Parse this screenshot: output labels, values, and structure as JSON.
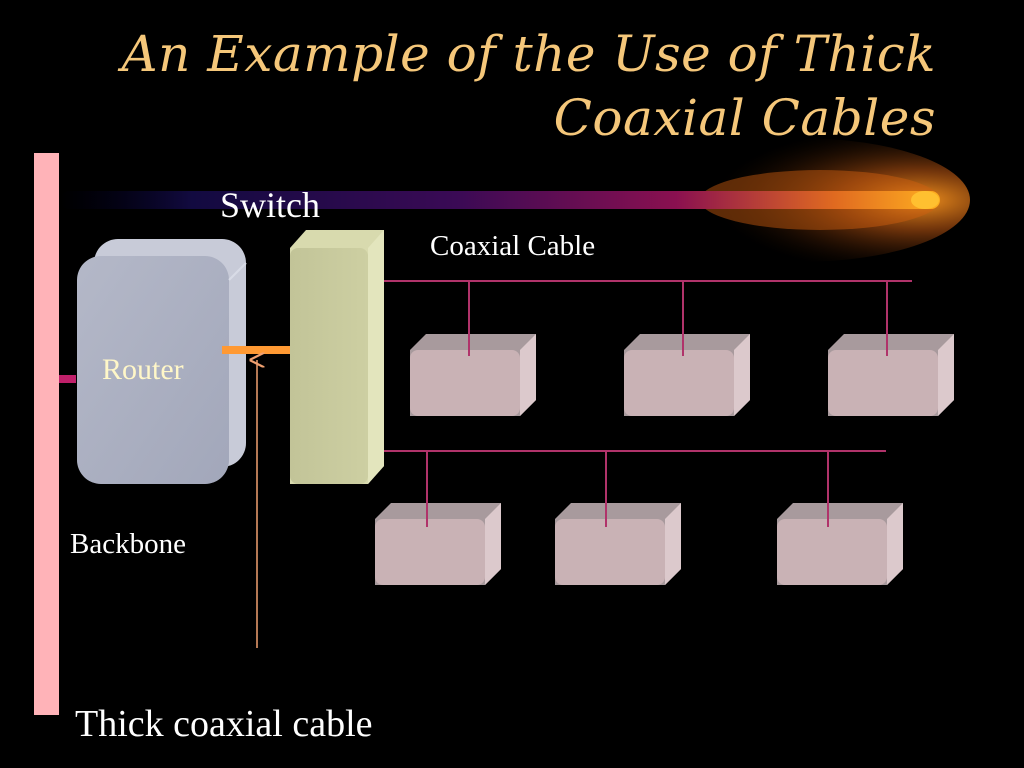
{
  "title": {
    "line1": "An Example of the Use of Thick",
    "line2": "Coaxial Cables"
  },
  "labels": {
    "switch": "Switch",
    "coaxial_cable": "Coaxial Cable",
    "router": "Router",
    "backbone": "Backbone",
    "thick_coaxial_cable": "Thick coaxial cable"
  },
  "colors": {
    "background": "#000000",
    "title": "#f5c77a",
    "backbone": "#ffb3b8",
    "router": "#a9aebf",
    "switch": "#c6c89a",
    "host": "#c9b2b5",
    "cable": "#b0336a",
    "link": "#ff9933"
  }
}
